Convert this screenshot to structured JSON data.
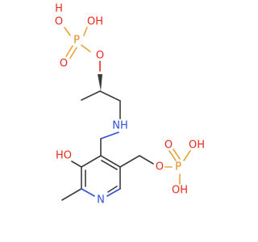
{
  "molecule": {
    "atoms": {
      "oh_top_left": "O",
      "h_top_left": "H",
      "oh_top_right": "OH",
      "p_top": "P",
      "o_top_dbl": "O",
      "o_top_ester": "O",
      "nh": "NH",
      "ho_ring": "HO",
      "n_ring": "N",
      "o_ester_right": "O",
      "p_right": "P",
      "oh_right_top": "OH",
      "o_right_dbl": "O",
      "oh_right_bottom": "OH"
    }
  }
}
